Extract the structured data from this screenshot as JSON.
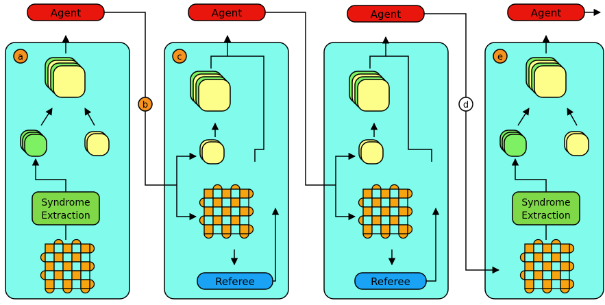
{
  "colors": {
    "panel_fill": "#80fbec",
    "agent_fill": "#e8160c",
    "syndrome_fill": "#7ed848",
    "referee_fill": "#1aa3f5",
    "badge_fill": "#f6921e",
    "yellow_state": "#fdfd8a",
    "green_state": "#7ef064",
    "grid_orange": "#f6a510",
    "grid_cyan": "#80fbec"
  },
  "agents": [
    {
      "label": "Agent"
    },
    {
      "label": "Agent"
    },
    {
      "label": "Agent"
    },
    {
      "label": "Agent"
    }
  ],
  "panel_badges": [
    "a",
    "c",
    "e"
  ],
  "step_badges": [
    "b",
    "d"
  ],
  "syndrome_label_line1": "Syndrome",
  "syndrome_label_line2": "Extraction",
  "referee_label": "Referee"
}
